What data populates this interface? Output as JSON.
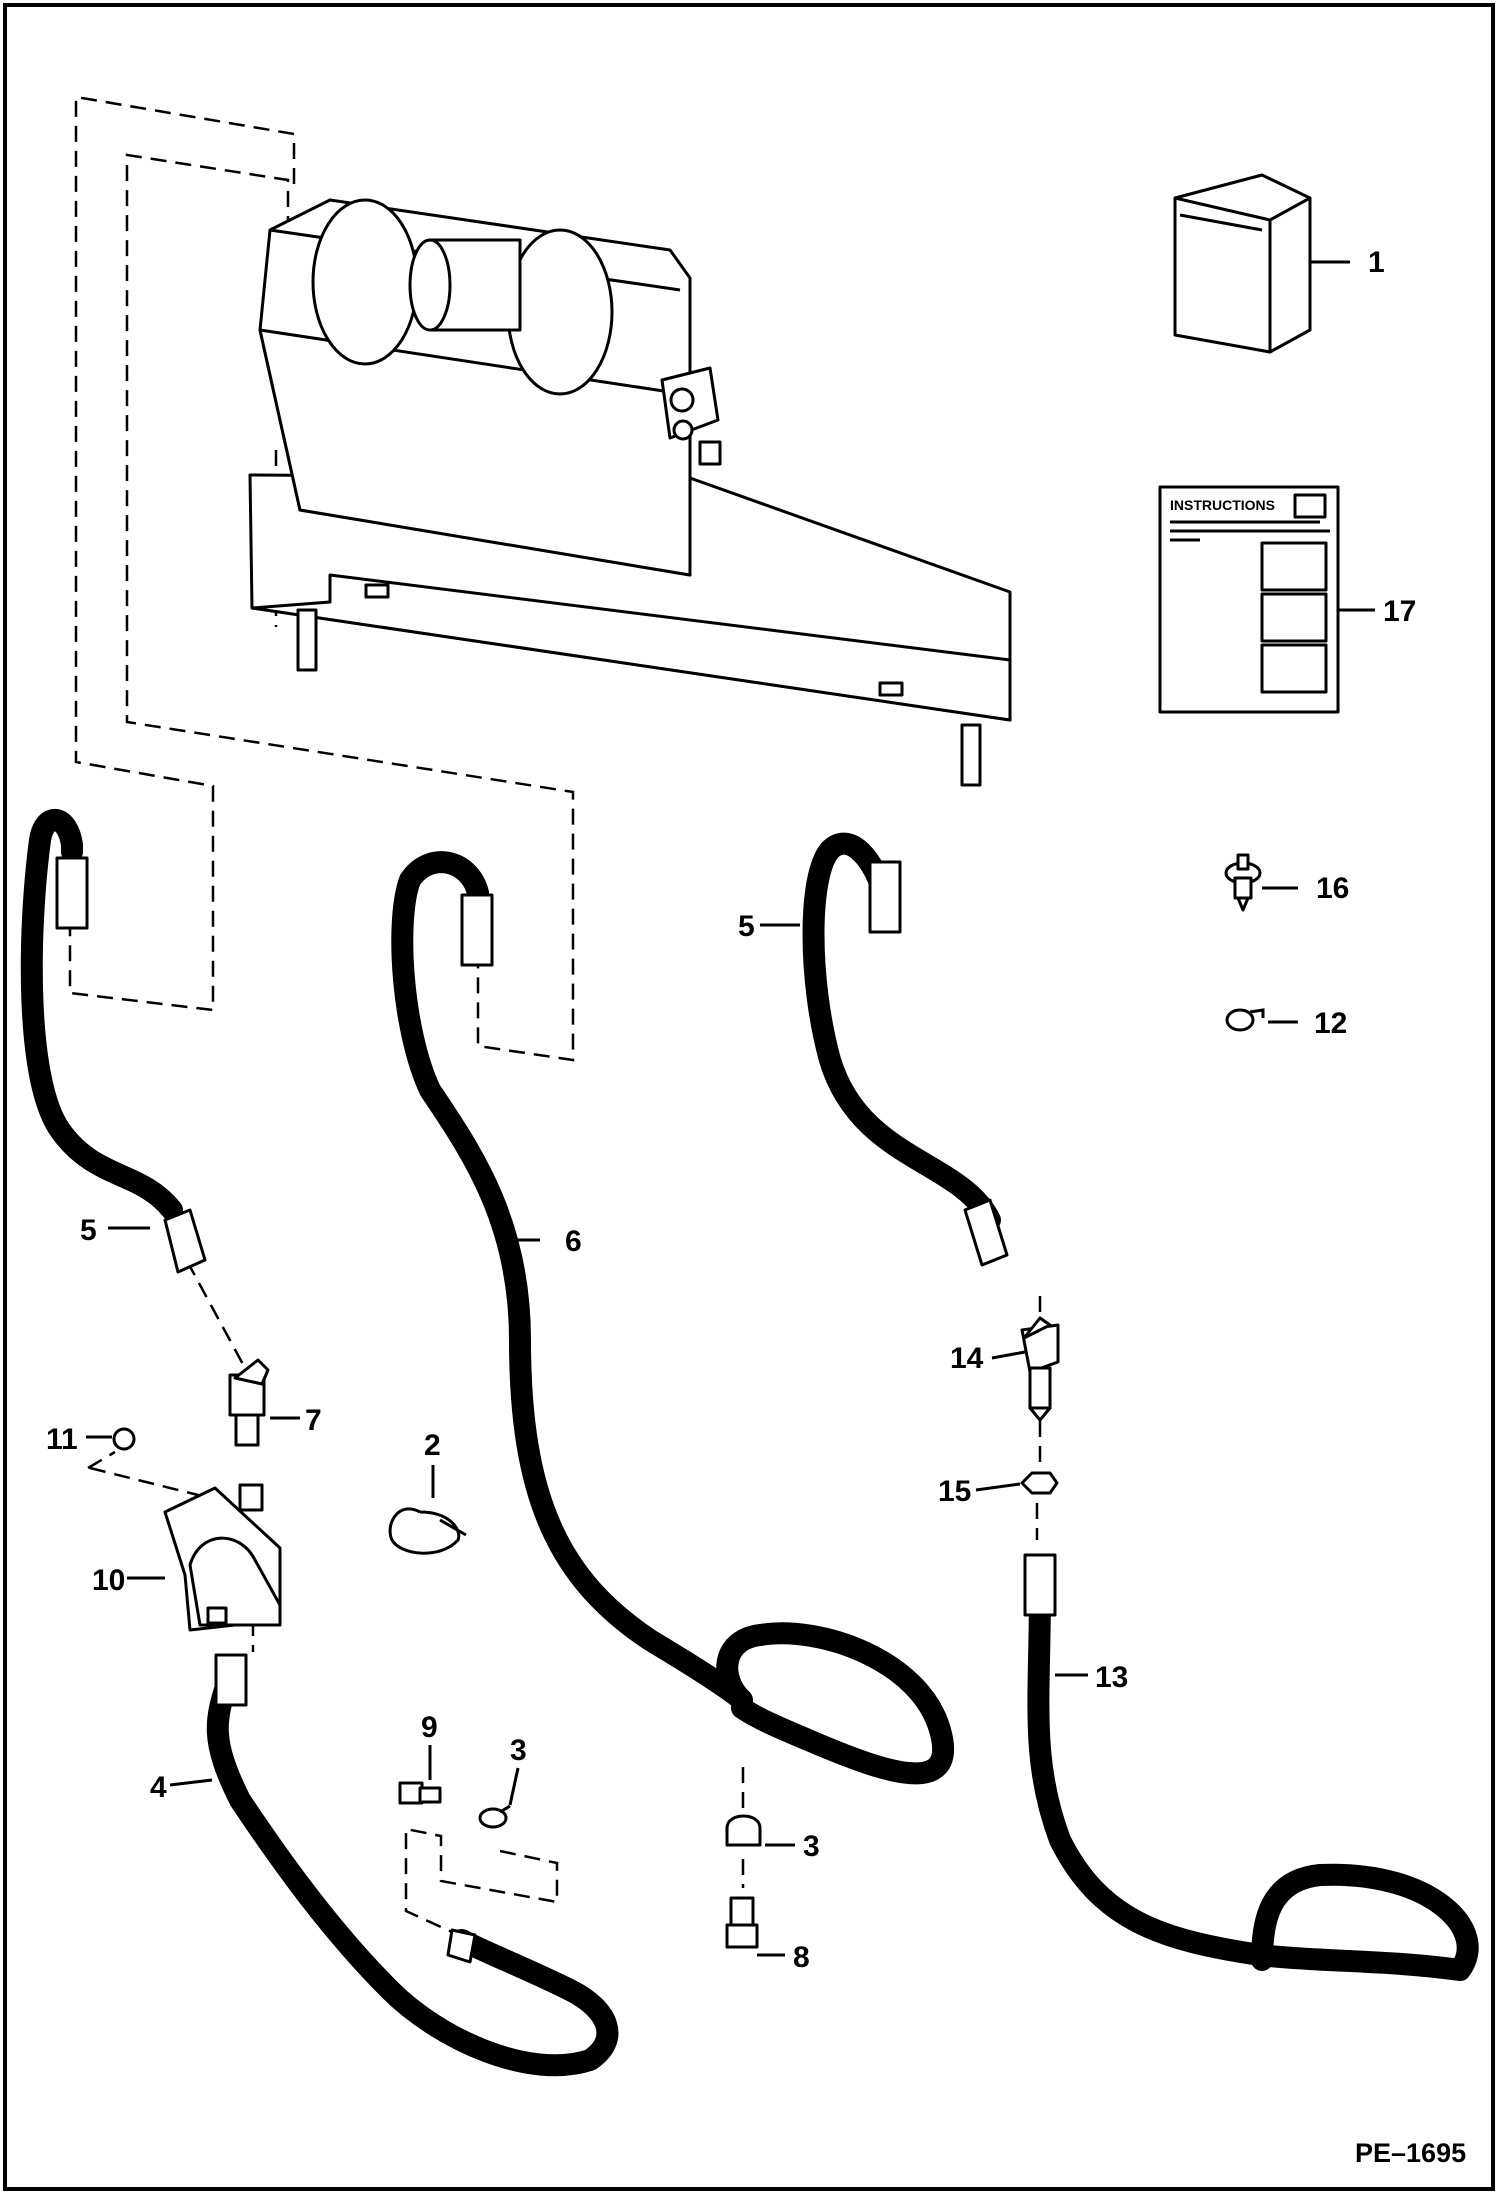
{
  "drawing": {
    "reference_code": "PE–1695",
    "instructions_sheet_title": "INSTRUCTIONS"
  },
  "callouts": [
    {
      "id": "c1",
      "label": "1"
    },
    {
      "id": "c17",
      "label": "17"
    },
    {
      "id": "c16",
      "label": "16"
    },
    {
      "id": "c12",
      "label": "12"
    },
    {
      "id": "c5a",
      "label": "5"
    },
    {
      "id": "c5b",
      "label": "5"
    },
    {
      "id": "c6",
      "label": "6"
    },
    {
      "id": "c7",
      "label": "7"
    },
    {
      "id": "c11",
      "label": "11"
    },
    {
      "id": "c2",
      "label": "2"
    },
    {
      "id": "c10",
      "label": "10"
    },
    {
      "id": "c9",
      "label": "9"
    },
    {
      "id": "c3a",
      "label": "3"
    },
    {
      "id": "c4",
      "label": "4"
    },
    {
      "id": "c14",
      "label": "14"
    },
    {
      "id": "c15",
      "label": "15"
    },
    {
      "id": "c13",
      "label": "13"
    },
    {
      "id": "c3b",
      "label": "3"
    },
    {
      "id": "c8",
      "label": "8"
    }
  ]
}
